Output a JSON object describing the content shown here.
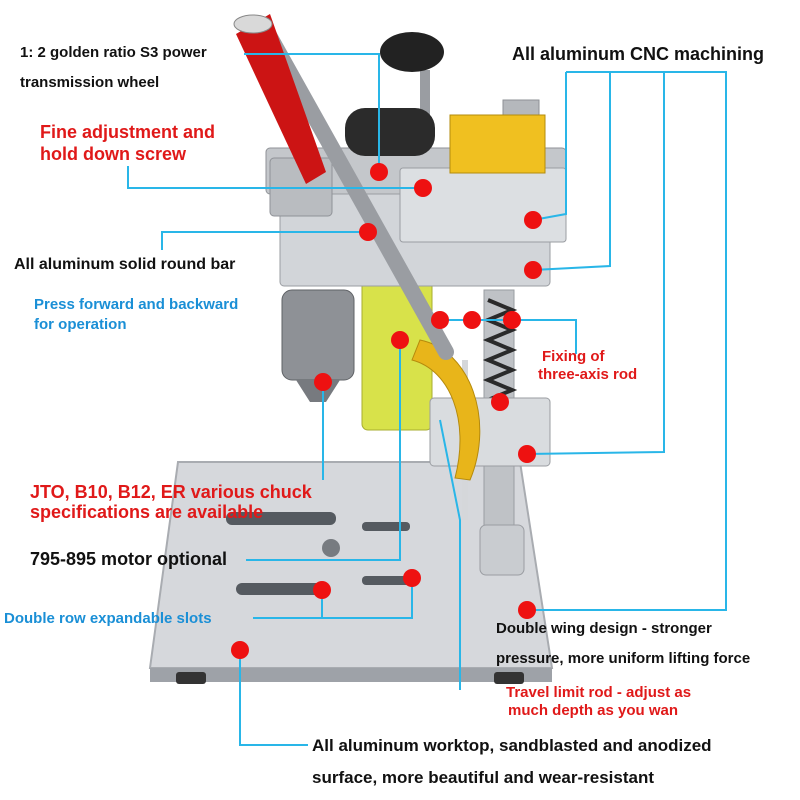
{
  "colors": {
    "callout_line": "#29b6e8",
    "marker": "#ee1111",
    "text_black": "#111111",
    "text_red": "#e01919",
    "text_blue": "#1a8fd6",
    "handle_red": "#cc1414",
    "aluminum": "#c9cbcf",
    "lever_yellow": "#e8b51a"
  },
  "labels": {
    "transmission_line1": "1: 2 golden ratio S3 power",
    "transmission_line2": "transmission wheel",
    "cnc": "All aluminum CNC machining",
    "screw_line1": "Fine adjustment and",
    "screw_line2": "hold down screw",
    "round_bar": "All aluminum solid round bar",
    "press_line1": "Press forward and backward",
    "press_line2": "for operation",
    "fixing_line1": "Fixing of",
    "fixing_line2": "three-axis rod",
    "chuck_line1": "JTO, B10, B12, ER various chuck",
    "chuck_line2": "specifications are available",
    "motor": "795-895 motor optional",
    "slots": "Double row expandable slots",
    "wing_line1": "Double wing design - stronger",
    "wing_line2": "pressure, more uniform lifting force",
    "travel_line1": "Travel limit rod - adjust as",
    "travel_line2": "much depth as you wan",
    "worktop_line1": "All aluminum worktop, sandblasted and anodized",
    "worktop_line2": "surface, more beautiful and wear-resistant"
  }
}
